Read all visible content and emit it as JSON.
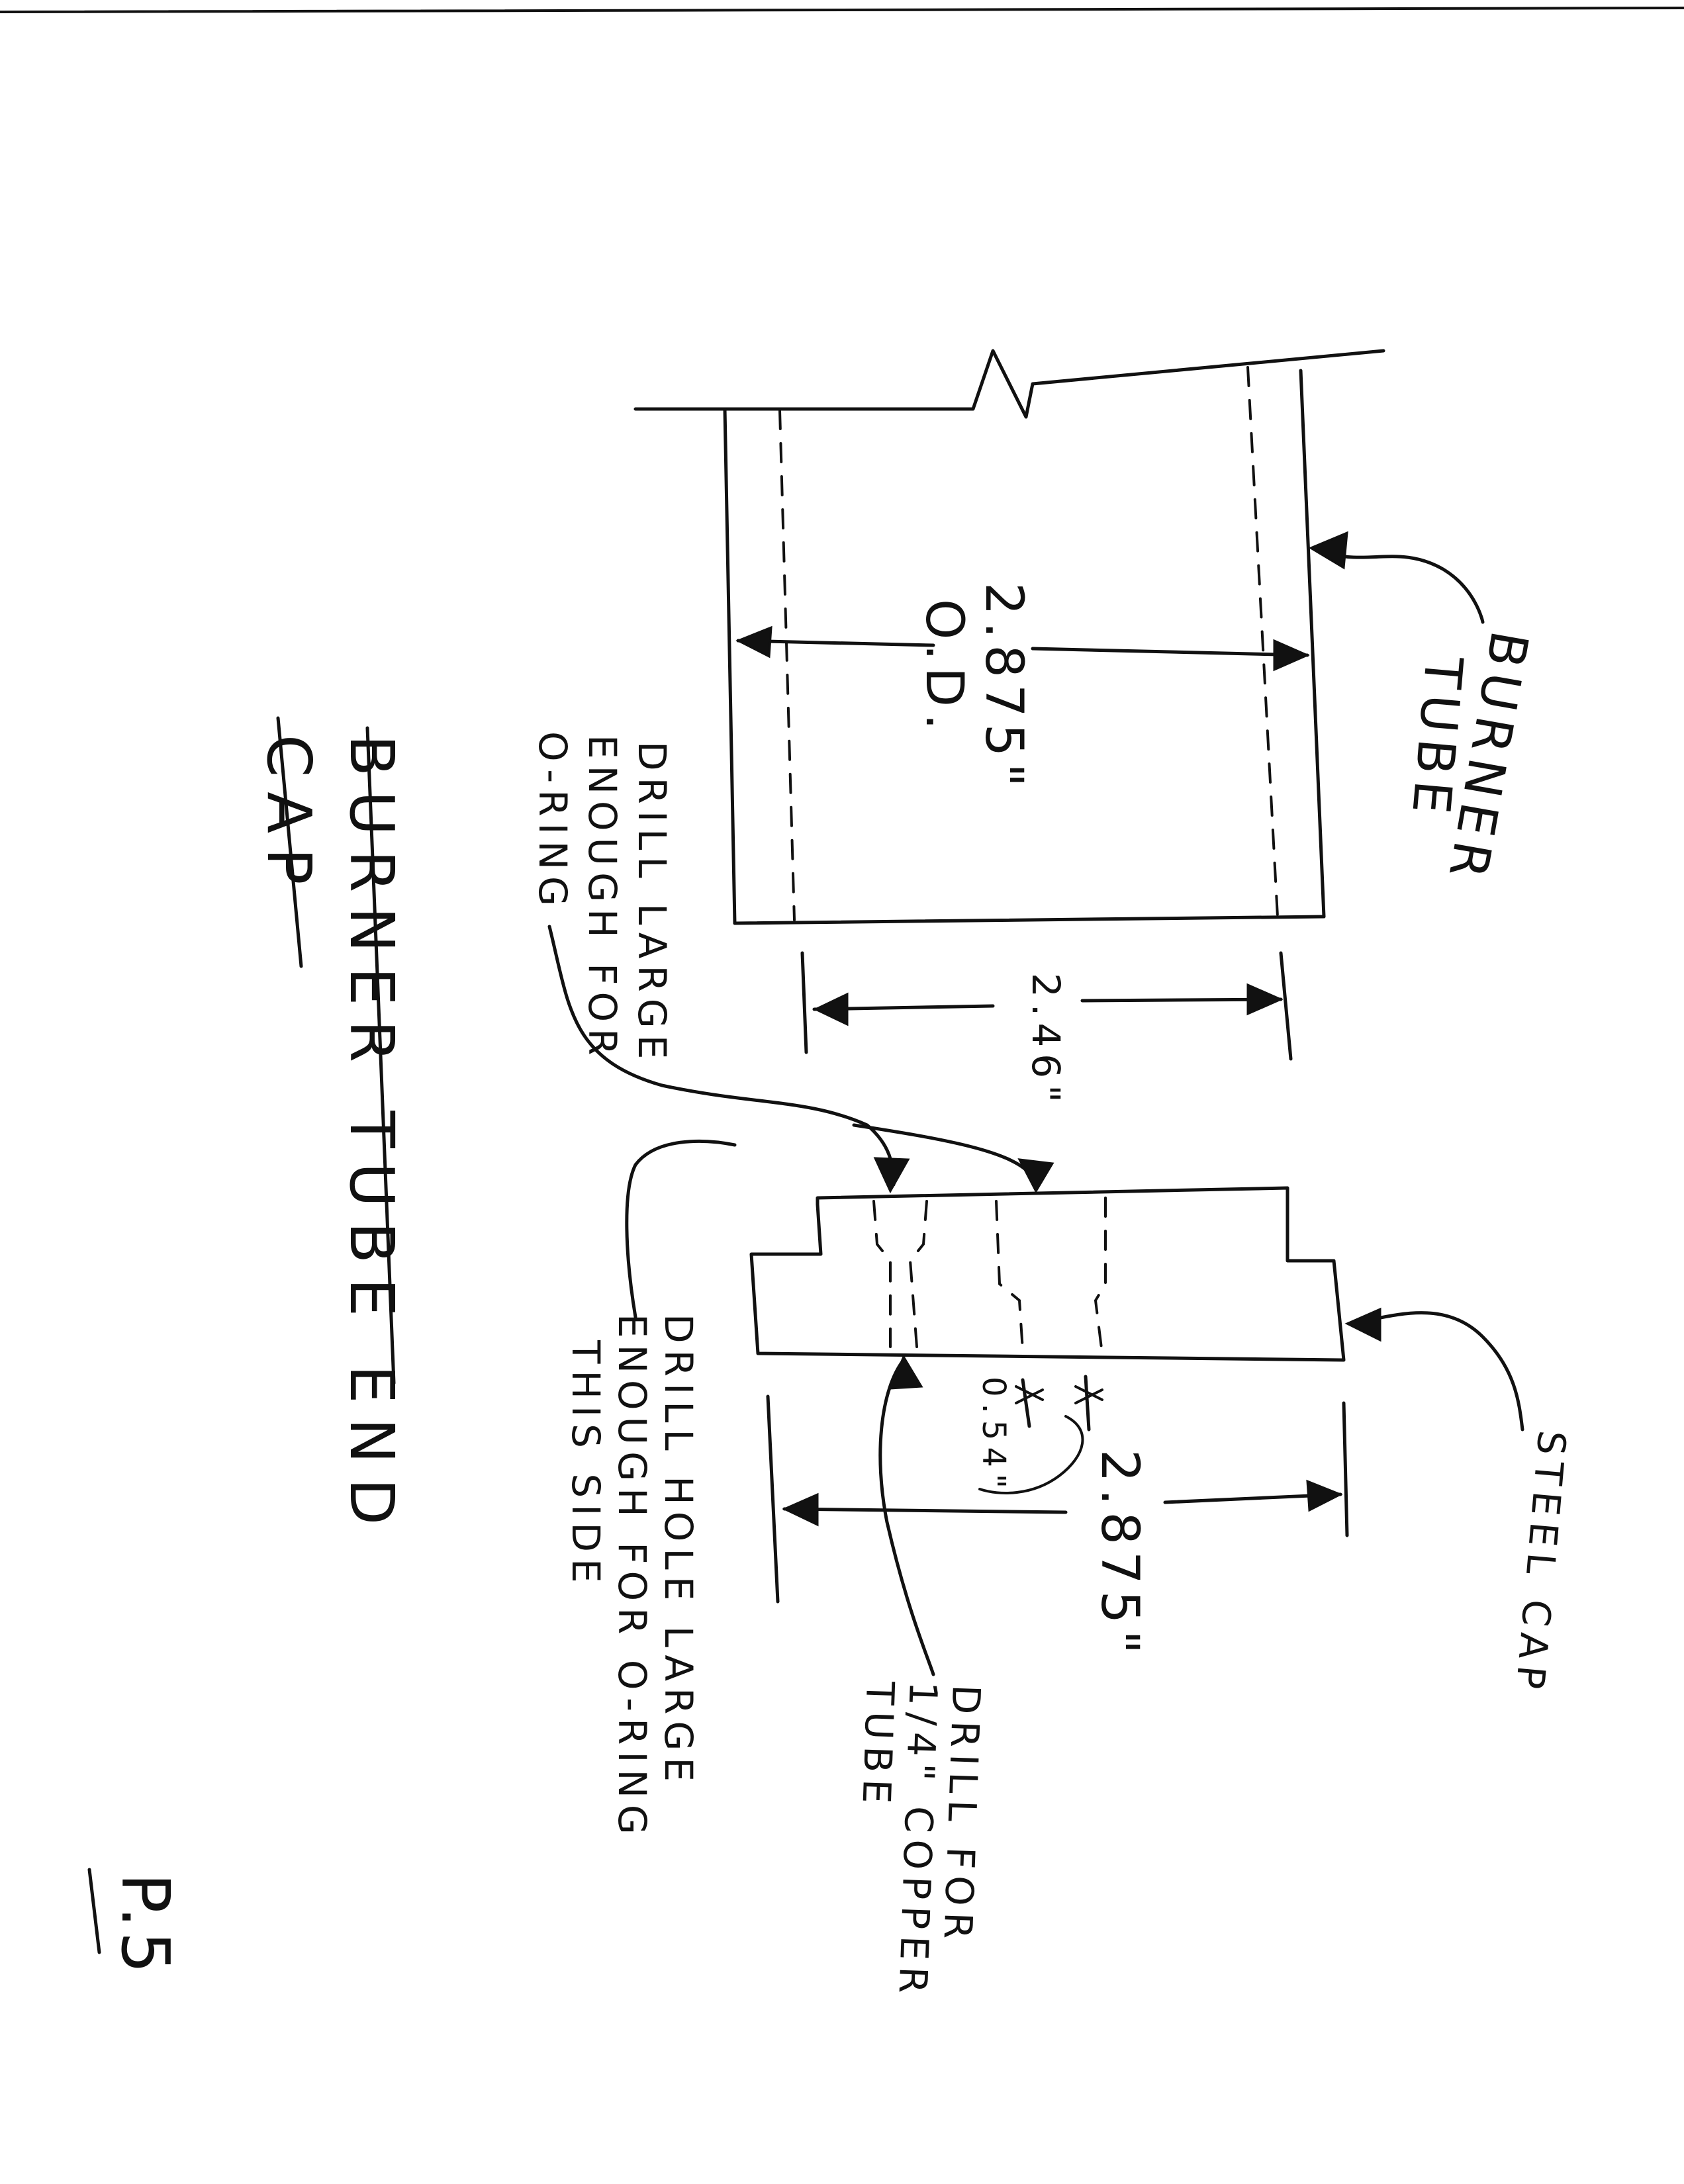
{
  "title": {
    "line1": "BURNER TUBE END",
    "line2": "CAP"
  },
  "labels": {
    "burner_tube_line1": "BURNER",
    "burner_tube_line2": "TUBE",
    "steel_cap": "STEEL CAP",
    "drill_large_line1": "DRILL LARGE",
    "drill_large_line2": "ENOUGH FOR",
    "drill_large_line3": "O-RING",
    "drill_hole_line1": "DRILL HOLE LARGE",
    "drill_hole_line2": "ENOUGH FOR O-RING",
    "drill_hole_line3": "THIS SIDE",
    "drill_copper_line1": "DRILL FOR",
    "drill_copper_line2": "1/4\" COPPER",
    "drill_copper_line3": "TUBE"
  },
  "dimensions": {
    "tube_od_value": "2.875\"",
    "tube_od_note": "O.D.",
    "tube_id_value": "2.46\"",
    "cap_width_value": "2.875\"",
    "hole_spacing_value": "0.54\""
  },
  "page_number": "P.5"
}
